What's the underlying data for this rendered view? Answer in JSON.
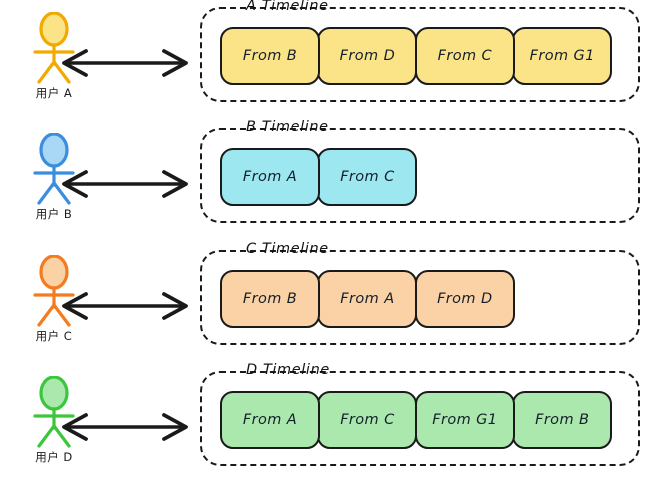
{
  "diagram": {
    "arrow_icon": "double-headed-arrow-icon",
    "actor_icon": "stick-figure-icon",
    "arrow_color": "#1a1a1a",
    "box_border_color": "#1a1a1a"
  },
  "rows": [
    {
      "actor_label": "用户 A",
      "actor_color": "#F2A900",
      "actor_fill": "#FBE488",
      "timeline_title": "A Timeline",
      "card_color": "#FBE488",
      "card_class": "card-yellow",
      "cards": [
        "From B",
        "From D",
        "From C",
        "From G1"
      ]
    },
    {
      "actor_label": "用户 B",
      "actor_color": "#3B8EDE",
      "actor_fill": "#A9D8F7",
      "timeline_title": "B Timeline",
      "card_color": "#9DE8F0",
      "card_class": "card-cyan",
      "cards": [
        "From A",
        "From C"
      ]
    },
    {
      "actor_label": "用户 C",
      "actor_color": "#F47B20",
      "actor_fill": "#FAD2A5",
      "timeline_title": "C Timeline",
      "card_color": "#FAD2A5",
      "card_class": "card-orange",
      "cards": [
        "From B",
        "From A",
        "From D"
      ]
    },
    {
      "actor_label": "用户 D",
      "actor_color": "#3CC63C",
      "actor_fill": "#ABE8AE",
      "timeline_title": "D Timeline",
      "card_color": "#ABE8AE",
      "card_class": "card-green",
      "cards": [
        "From A",
        "From C",
        "From G1",
        "From B"
      ]
    }
  ]
}
